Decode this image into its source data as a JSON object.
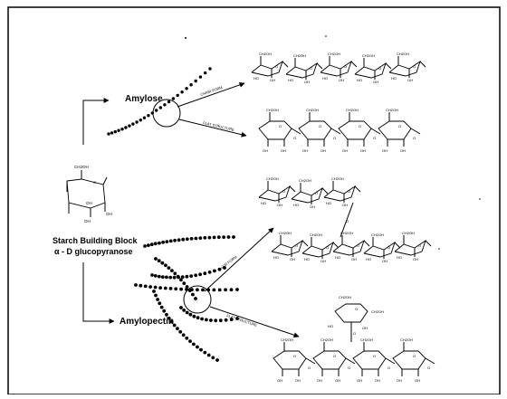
{
  "diagram": {
    "building_block": {
      "title": "Starch Building Block",
      "subtitle": "α - D glucopyranose",
      "group_ch2oh": "CH2OH",
      "group_oh": "OH",
      "ring_o": "O"
    },
    "amylose": {
      "label": "Amylose",
      "branch_chair": "CHAIR FORM",
      "branch_flat": "FLAT STRUCTURE",
      "group_ch2oh": "CH2OH",
      "group_ho": "HO",
      "group_oh": "OH",
      "ring_o": "O"
    },
    "amylopectin": {
      "label": "Amylopectin",
      "branch_chair": "CHAIR FORM",
      "branch_flat": "FLAT STRUCTURE",
      "group_ch2oh": "CH2OH",
      "group_ho": "HO",
      "group_oh": "OH",
      "ring_o": "O"
    }
  }
}
